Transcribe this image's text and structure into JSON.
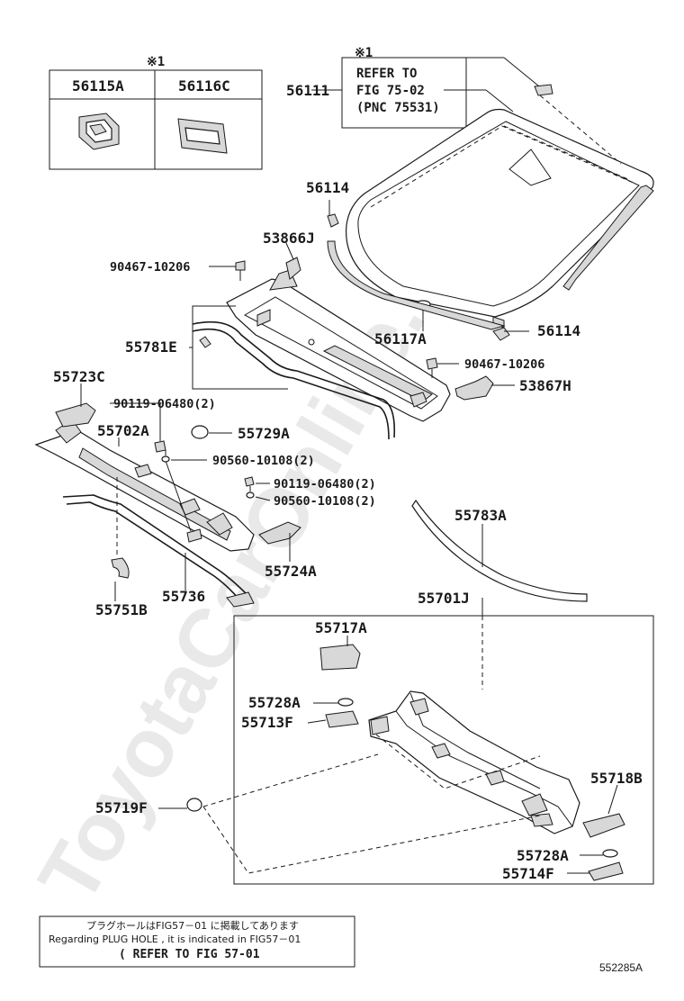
{
  "watermark": "ToyotaCarOnline.ru",
  "inset_table": {
    "mark": "※1",
    "parts": [
      "56115A",
      "56116C"
    ]
  },
  "refer_box": {
    "mark": "※1",
    "lines": [
      "REFER TO",
      "FIG 75-02",
      "(PNC 75531)"
    ]
  },
  "labels": {
    "p56111": "56111",
    "p56114_top": "56114",
    "p53866J": "53866J",
    "p90467_top": "90467-10206",
    "p55781E": "55781E",
    "p56117A": "56117A",
    "p56114_right": "56114",
    "p90467_right": "90467-10206",
    "p53867H": "53867H",
    "p55723C": "55723C",
    "p90119_a": "90119-06480(2)",
    "p55702A": "55702A",
    "p55729A": "55729A",
    "p90560_a": "90560-10108(2)",
    "p90119_b": "90119-06480(2)",
    "p90560_b": "90560-10108(2)",
    "p55783A": "55783A",
    "p55724A": "55724A",
    "p55736": "55736",
    "p55751B": "55751B",
    "p55701J": "55701J",
    "p55717A": "55717A",
    "p55728A_top": "55728A",
    "p55713F": "55713F",
    "p55718B": "55718B",
    "p55719F": "55719F",
    "p55728A_bot": "55728A",
    "p55714F": "55714F"
  },
  "note_box": {
    "line_jp": "プラグホールはFIG57－01 に掲載してあります",
    "line_en": "Regarding  PLUG HOLE , it is indicated in  FIG57－01",
    "line_ref": "( REFER TO FIG 57-01"
  },
  "figure_code": "552285A"
}
